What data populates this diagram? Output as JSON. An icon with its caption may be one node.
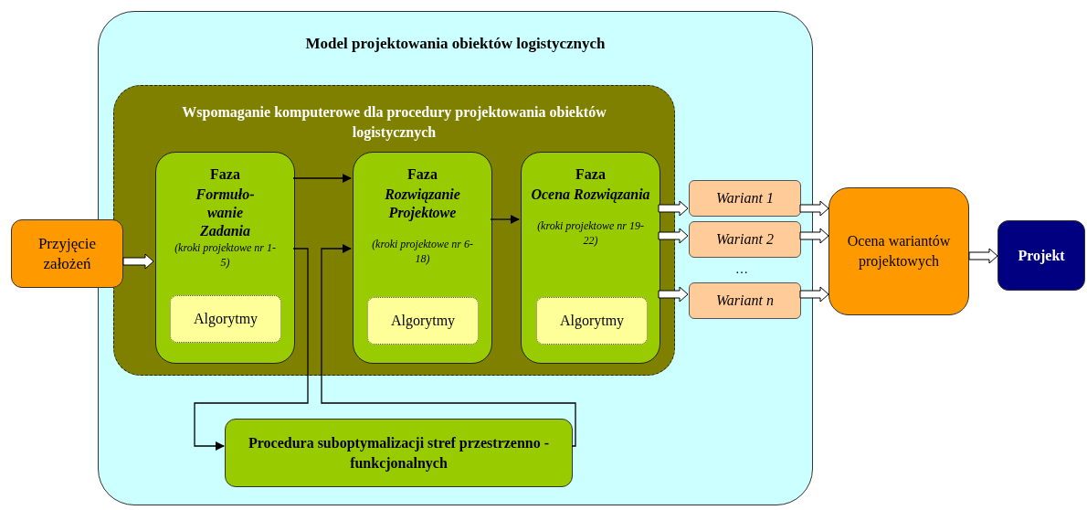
{
  "diagram": {
    "nodes": [
      {
        "text": [
          "Model projektowania obiektów logistycznych"
        ]
      },
      {
        "text": [
          "Wspomaganie komputerowe dla procedury projektowania obiektów logistycznych"
        ],
        "in": 0
      },
      {
        "text": [
          "Faza",
          "Formuło- wanie Zadania",
          "(kroki projektowe nr 1-5)"
        ],
        "in": 1
      },
      {
        "text": [
          "Algorytmy"
        ],
        "in": 2
      },
      {
        "text": [
          "Faza",
          "Rozwiązanie Projektowe",
          "(kroki projektowe nr 6-18)"
        ],
        "in": 1
      },
      {
        "text": [
          "Algorytmy"
        ],
        "in": 4
      },
      {
        "text": [
          "Faza",
          "Ocena Rozwiązania",
          "(kroki projektowe nr 19-22)"
        ],
        "in": 1
      },
      {
        "text": [
          "Algorytmy"
        ],
        "in": 6
      },
      {
        "text": [
          "Procedura suboptymalizacji stref przestrzenno - funkcjonalnych"
        ],
        "in": 0
      },
      {
        "text": [
          "Wariant 1"
        ],
        "in": 0
      },
      {
        "text": [
          "Wariant 2"
        ],
        "in": 0
      },
      {
        "text": [
          "Wariant n"
        ],
        "in": 0
      },
      {
        "text": [
          "Przyjęcie założeń"
        ]
      },
      {
        "text": [
          "Ocena wariantów projektowych"
        ]
      },
      {
        "text": [
          "Projekt"
        ]
      }
    ],
    "edges": [
      {
        "from": 12,
        "to": 2,
        "arrow": "to",
        "style": "thick"
      },
      {
        "from": 2,
        "to": 4,
        "arrow": "to"
      },
      {
        "from": 2,
        "to": 8,
        "arrow": "to"
      },
      {
        "from": 8,
        "to": 4,
        "arrow": "to"
      },
      {
        "from": 4,
        "to": 6,
        "arrow": "to"
      },
      {
        "from": 6,
        "to": 9,
        "arrow": "to",
        "style": "thick"
      },
      {
        "from": 6,
        "to": 10,
        "arrow": "to",
        "style": "thick"
      },
      {
        "from": 6,
        "to": 11,
        "arrow": "to",
        "style": "thick"
      },
      {
        "from": 9,
        "to": 13,
        "arrow": "to",
        "style": "thick"
      },
      {
        "from": 10,
        "to": 13,
        "arrow": "to",
        "style": "thick"
      },
      {
        "from": 11,
        "to": 13,
        "arrow": "to",
        "style": "thick"
      },
      {
        "from": 13,
        "to": 14,
        "arrow": "to",
        "style": "thick"
      }
    ],
    "labels": [
      "…"
    ]
  }
}
